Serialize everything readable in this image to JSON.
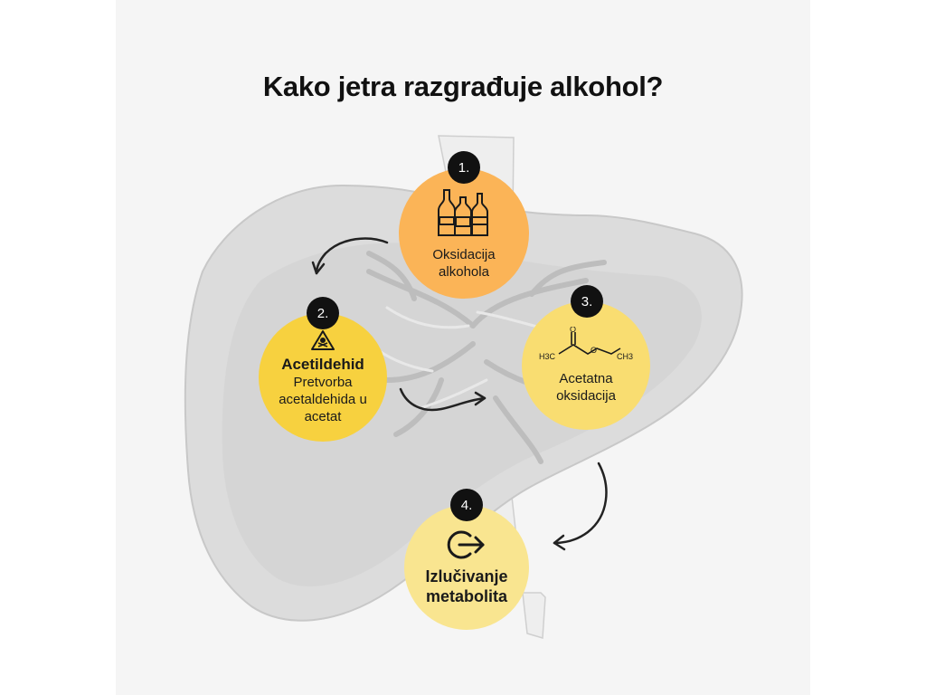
{
  "title": "Kako jetra razgrađuje alkohol?",
  "steps": [
    {
      "number": "1.",
      "icon": "bottles-icon",
      "label_line1": "Oksidacija",
      "label_line2": "alkohola",
      "color": "#fbb457"
    },
    {
      "number": "2.",
      "icon": "toxic-warning-icon",
      "heading": "Acetildehid",
      "label_line1": "Pretvorba",
      "label_line2": "acetaldehida u",
      "label_line3": "acetat",
      "color": "#f7d13f"
    },
    {
      "number": "3.",
      "icon": "ethyl-acetate-molecule-icon",
      "formula_left": "H3C",
      "formula_oxygen_double": "O",
      "formula_oxygen_single": "O",
      "formula_right": "CH3",
      "label_line1": "Acetatna",
      "label_line2": "oksidacija",
      "color": "#f9dd71"
    },
    {
      "number": "4.",
      "icon": "exit-arrow-icon",
      "heading_line1": "Izlučivanje",
      "heading_line2": "metabolita",
      "color": "#f9e590"
    }
  ],
  "colors": {
    "panel_background": "#f5f5f5",
    "badge": "#111111",
    "liver": "#d9d9d9"
  }
}
